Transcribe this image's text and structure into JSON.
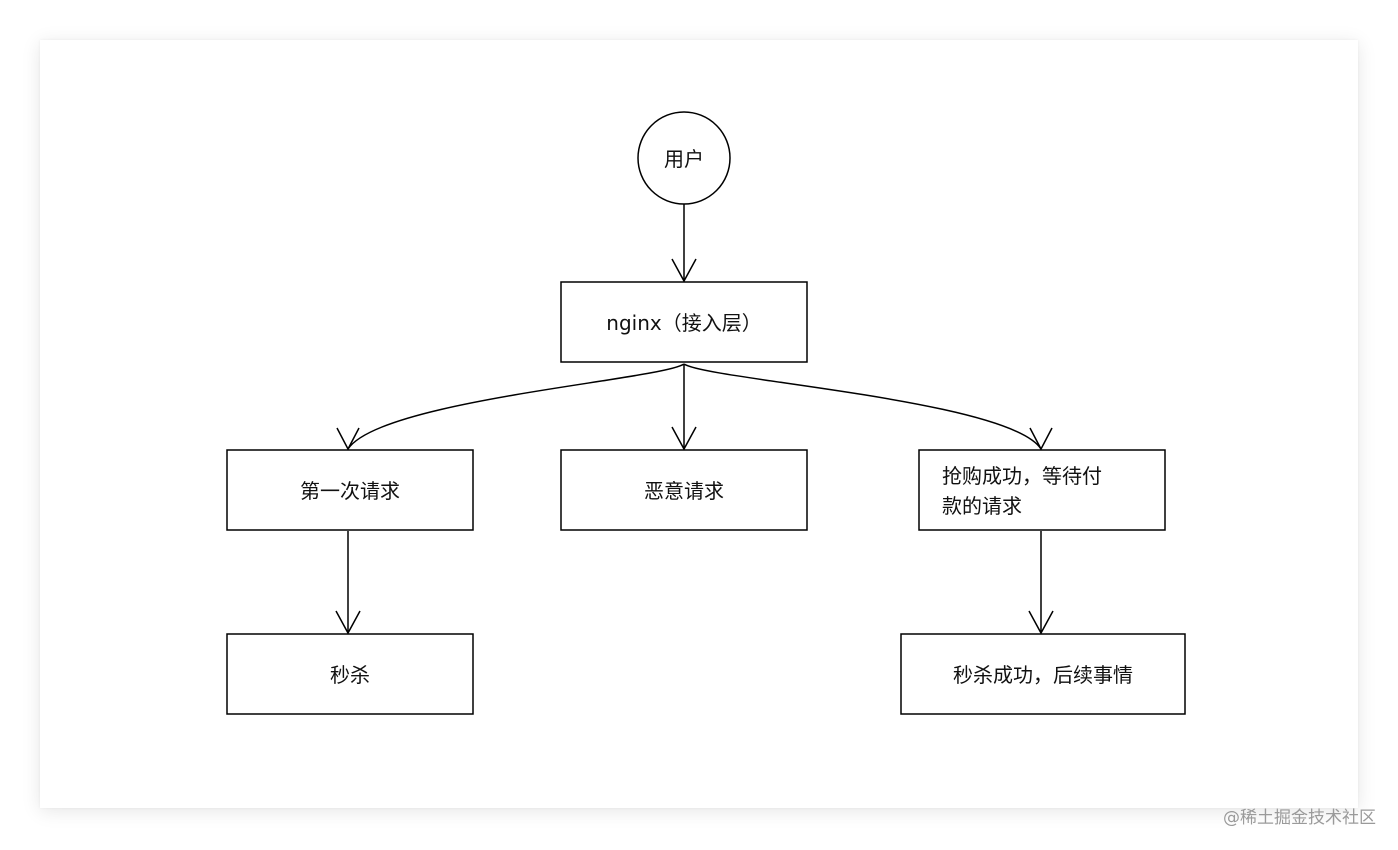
{
  "nodes": {
    "user": "用户",
    "nginx": "nginx（接入层）",
    "first_request": "第一次请求",
    "malicious_request": "恶意请求",
    "paid_wait": [
      "抢购成功，等待付",
      "款的请求"
    ],
    "seckill": "秒杀",
    "seckill_success": "秒杀成功，后续事情"
  },
  "watermark": "@稀土掘金技术社区"
}
